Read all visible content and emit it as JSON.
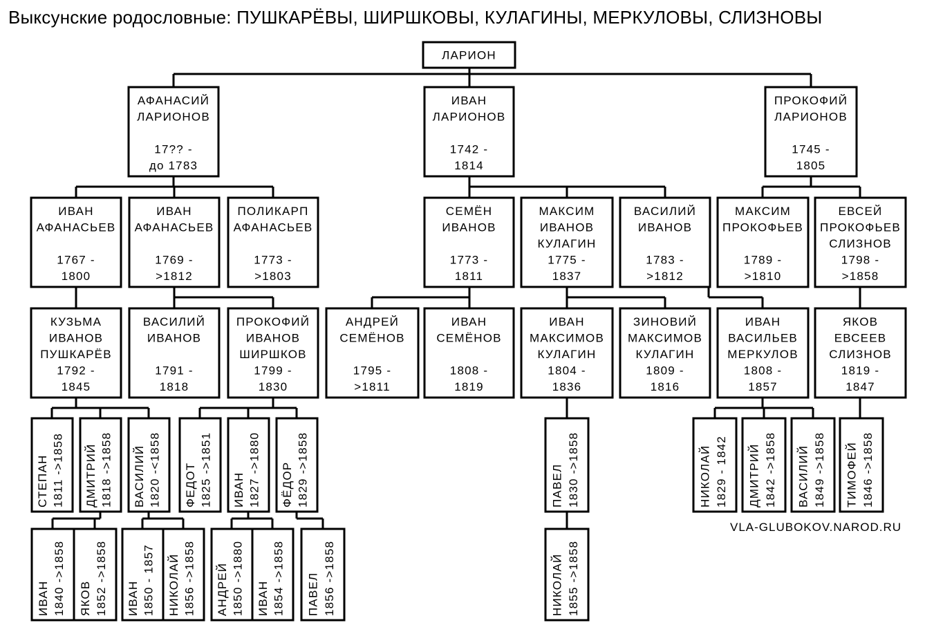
{
  "title": "Выксунские родословные: ПУШКАРЁВЫ, ШИРШКОВЫ, КУЛАГИНЫ, МЕРКУЛОВЫ, СЛИЗНОВЫ",
  "source": "VLA-GLUBOKOV.NAROD.RU",
  "persons": {
    "larion": {
      "lines": [
        "ЛАРИОН"
      ]
    },
    "afanasiy": {
      "lines": [
        "АФАНАСИЙ",
        "ЛАРИОНОВ",
        "",
        "17?? -",
        "до 1783"
      ]
    },
    "ivan_larionov": {
      "lines": [
        "ИВАН",
        "ЛАРИОНОВ",
        "",
        "1742 -",
        "1814"
      ]
    },
    "prokofiy_larionov": {
      "lines": [
        "ПРОКОФИЙ",
        "ЛАРИОНОВ",
        "",
        "1745 -",
        "1805"
      ]
    },
    "ivan_af_1767": {
      "lines": [
        "ИВАН",
        "АФАНАСЬЕВ",
        "",
        "1767 -",
        "1800"
      ]
    },
    "ivan_af_1769": {
      "lines": [
        "ИВАН",
        "АФАНАСЬЕВ",
        "",
        "1769 -",
        ">1812"
      ]
    },
    "polikarp": {
      "lines": [
        "ПОЛИКАРП",
        "АФАНАСЬЕВ",
        "",
        "1773 -",
        ">1803"
      ]
    },
    "semyon": {
      "lines": [
        "СЕМЁН",
        "ИВАНОВ",
        "",
        "1773 -",
        "1811"
      ]
    },
    "maksim_iv": {
      "lines": [
        "МАКСИМ",
        "ИВАНОВ",
        "КУЛАГИН",
        "1775 -",
        "1837"
      ]
    },
    "vasiliy_iv_1783": {
      "lines": [
        "ВАСИЛИЙ",
        "ИВАНОВ",
        "",
        "1783 -",
        ">1812"
      ]
    },
    "maksim_pr": {
      "lines": [
        "МАКСИМ",
        "ПРОКОФЬЕВ",
        "",
        "1789 -",
        ">1810"
      ]
    },
    "evsey": {
      "lines": [
        "ЕВСЕЙ",
        "ПРОКОФЬЕВ",
        "СЛИЗНОВ",
        "1798 -",
        ">1858"
      ]
    },
    "kuzma": {
      "lines": [
        "КУЗЬМА",
        "ИВАНОВ",
        "ПУШКАРЁВ",
        "1792 -",
        "1845"
      ]
    },
    "vasiliy_iv_1791": {
      "lines": [
        "ВАСИЛИЙ",
        "ИВАНОВ",
        "",
        "1791 -",
        "1818"
      ]
    },
    "prokofiy_shirshkov": {
      "lines": [
        "ПРОКОФИЙ",
        "ИВАНОВ",
        "ШИРШКОВ",
        "1799 -",
        "1830"
      ]
    },
    "andrey_sem": {
      "lines": [
        "АНДРЕЙ",
        "СЕМЁНОВ",
        "",
        "1795 -",
        ">1811"
      ]
    },
    "ivan_sem": {
      "lines": [
        "ИВАН",
        "СЕМЁНОВ",
        "",
        "1808 -",
        "1819"
      ]
    },
    "ivan_kulagin": {
      "lines": [
        "ИВАН",
        "МАКСИМОВ",
        "КУЛАГИН",
        "1804 -",
        "1836"
      ]
    },
    "zinoviy": {
      "lines": [
        "ЗИНОВИЙ",
        "МАКСИМОВ",
        "КУЛАГИН",
        "1809 -",
        "1816"
      ]
    },
    "ivan_merkulov": {
      "lines": [
        "ИВАН",
        "ВАСИЛЬЕВ",
        "МЕРКУЛОВ",
        "1808 -",
        "1857"
      ]
    },
    "yakov_sliznov": {
      "lines": [
        "ЯКОВ",
        "ЕВСЕЕВ",
        "СЛИЗНОВ",
        "1819 -",
        "1847"
      ]
    },
    "stepan": {
      "lines": [
        "СТЕПАН",
        "1811 ->1858"
      ]
    },
    "dmitriy_1818": {
      "lines": [
        "ДМИТРИЙ",
        "1818 ->1858"
      ]
    },
    "vasiliy_1820": {
      "lines": [
        "ВАСИЛИЙ",
        "1820 -<1858"
      ]
    },
    "fedot": {
      "lines": [
        "ФЕДОТ",
        "1825 ->1851"
      ]
    },
    "ivan_1827": {
      "lines": [
        "ИВАН",
        "1827 ->1880"
      ]
    },
    "fedor_1829": {
      "lines": [
        "ФЁДОР",
        "1829 ->1858"
      ]
    },
    "pavel_1830": {
      "lines": [
        "ПАВЕЛ",
        "1830 ->1858"
      ]
    },
    "nikolay_1829": {
      "lines": [
        "НИКОЛАЙ",
        "1829 - 1842"
      ]
    },
    "dmitriy_1842": {
      "lines": [
        "ДМИТРИЙ",
        "1842 ->1858"
      ]
    },
    "vasiliy_1849": {
      "lines": [
        "ВАСИЛИЙ",
        "1849 ->1858"
      ]
    },
    "timofey": {
      "lines": [
        "ТИМОФЕЙ",
        "1846 ->1858"
      ]
    },
    "ivan_1840": {
      "lines": [
        "ИВАН",
        "1840 ->1858"
      ]
    },
    "yakov_1852": {
      "lines": [
        "ЯКОВ",
        "1852 ->1858"
      ]
    },
    "ivan_1850": {
      "lines": [
        "ИВАН",
        "1850 - 1857"
      ]
    },
    "nikolay_1856": {
      "lines": [
        "НИКОЛАЙ",
        "1856 ->1858"
      ]
    },
    "andrey_1850": {
      "lines": [
        "АНДРЕЙ",
        "1850 ->1880"
      ]
    },
    "ivan_1854": {
      "lines": [
        "ИВАН",
        "1854 ->1858"
      ]
    },
    "pavel_1856": {
      "lines": [
        "ПАВЕЛ",
        "1856 ->1858"
      ]
    },
    "nikolay_1855": {
      "lines": [
        "НИКОЛАЙ",
        "1855 ->1858"
      ]
    }
  }
}
